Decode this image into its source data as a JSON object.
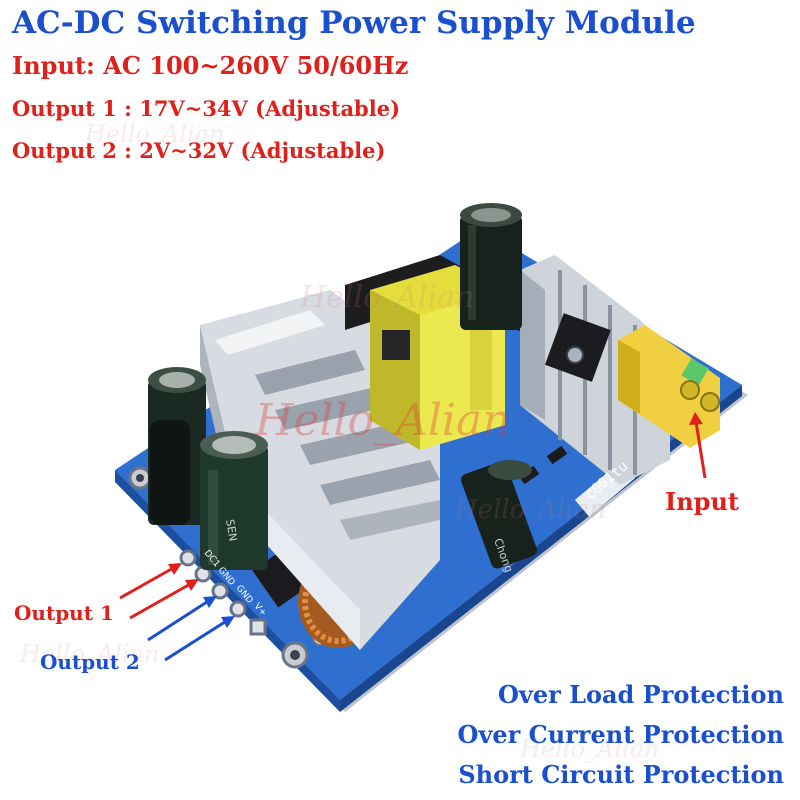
{
  "title": "AC-DC Switching Power Supply Module",
  "input_spec": "Input: AC 100~260V 50/60Hz",
  "output1_spec": "Output 1 : 17V~34V (Adjustable)",
  "output2_spec": "Output 2 : 2V~32V (Adjustable)",
  "labels": {
    "output1": "Output 1",
    "output2": "Output 2",
    "input": "Input"
  },
  "protections": [
    "Over Load Protection",
    "Over Current Protection",
    "Short Circuit Protection"
  ],
  "watermark": "Hello_Alian",
  "board_marks": {
    "chip_code": "c001tu",
    "pin_dc1": "DC1",
    "pin_gnd1": "GND",
    "pin_gnd2": "GND",
    "pin_v": "V+",
    "cap_brand": "Chong",
    "cap_series": "SEN"
  },
  "colors": {
    "red": "#e0201a",
    "blue": "#1a4fd0",
    "board": "#2f6fd0",
    "heatsink": "#d9dde2",
    "transformer": "#e6df3a",
    "capacitor": "#1a2a22",
    "terminal": "#f0d040",
    "toroid": "#c56f2a"
  }
}
